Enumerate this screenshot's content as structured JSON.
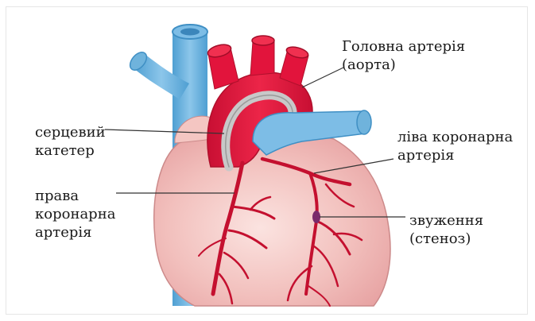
{
  "labels": {
    "aorta": {
      "line1": "Головна артерія",
      "line2": "(аорта)"
    },
    "catheter": {
      "line1": "серцевий",
      "line2": "катетер"
    },
    "left_coronary": {
      "line1": "ліва коронарна",
      "line2": "артерія"
    },
    "right_coronary": {
      "line1": "права",
      "line2": "коронарна",
      "line3": "артерія"
    },
    "stenosis": {
      "line1": "звуження",
      "line2": "(стеноз)"
    }
  },
  "colors": {
    "vein_blue": "#6fb3dc",
    "vein_blue_dark": "#3f8fc4",
    "aorta_red": "#e2143c",
    "aorta_red_dark": "#b80f2f",
    "heart_fill": "#f1b8b8",
    "heart_fill_light": "#f8d9d6",
    "heart_outline": "#c98080",
    "catheter_gray": "#c8c8c8",
    "stenosis_purple": "#7a2a6b",
    "leader_line": "#333333"
  }
}
